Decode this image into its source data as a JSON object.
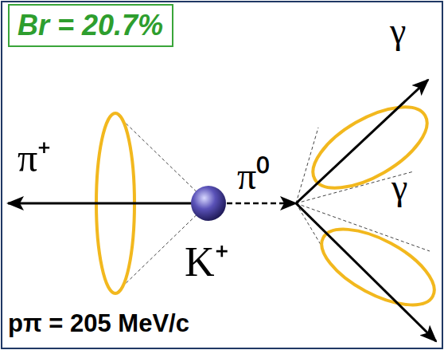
{
  "diagram": {
    "nodes": [
      {
        "text": [
          "Br = 20.7%"
        ]
      }
    ],
    "labels": [
      "π⁺",
      "π⁰",
      "K⁺",
      "γ",
      "γ",
      "pπ = 205 MeV/c"
    ]
  }
}
